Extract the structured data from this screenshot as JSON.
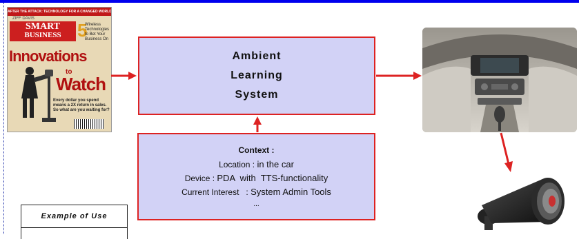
{
  "magazine": {
    "banner": "AFTER THE ATTACK: TECHNOLOGY FOR A CHANGED WORLD",
    "publisher": "ZIFF DAVIS",
    "brand_line1": "SMART",
    "brand_line2": "BUSINESS",
    "five": "5",
    "wireless": "Wireless Technologies to Bet Your Business On",
    "headline1": "Innovations",
    "headline_to": "to",
    "headline2": "Watch",
    "tagline": "Every dollar you spend means a 2X return in sales. So what are you waiting for?"
  },
  "ambient": {
    "line1": "Ambient",
    "line2": "Learning",
    "line3": "System"
  },
  "context": {
    "title": "Context  :",
    "location_label": "Location  : ",
    "location_value": "in the car",
    "device_label": "Device : ",
    "device_value": "PDA",
    "device_rest": "  with  TTS-functionality",
    "interest_label": "Current Interest   : ",
    "interest_value": "System Admin Tools",
    "ellipsis": "..."
  },
  "example": {
    "label": "Example of Use"
  },
  "colors": {
    "top_border": "#0000ee",
    "box_fill": "#d2d2f6",
    "box_border": "#dd2222",
    "arrow": "#dd2222"
  }
}
